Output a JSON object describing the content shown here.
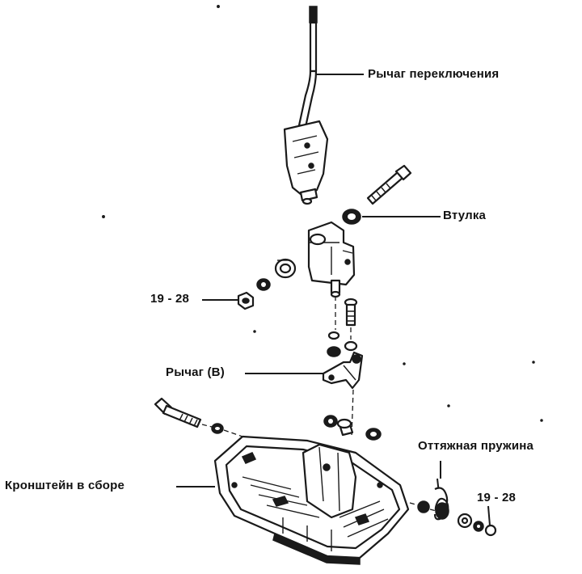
{
  "labels": {
    "shift_lever": "Рычаг переключения",
    "bushing": "Втулка",
    "torque_top": "19 - 28",
    "lever_b": "Рычаг (B)",
    "return_spring": "Оттяжная пружина",
    "bracket_assembly": "Кронштейн в сборе",
    "torque_bottom": "19 - 28"
  },
  "parts": {
    "shift_lever": "shift-lever",
    "bolt_top": "bolt",
    "bushing": "bushing",
    "pivot_block": "pivot-block",
    "washer": "washer",
    "nut_top": "nut",
    "pin": "pin",
    "lever_b": "lever-b",
    "bolt_long": "bolt",
    "bushing_pair": "bushing",
    "bracket": "bracket-assembly",
    "spring": "return-spring",
    "nut_bottom": "nut"
  }
}
